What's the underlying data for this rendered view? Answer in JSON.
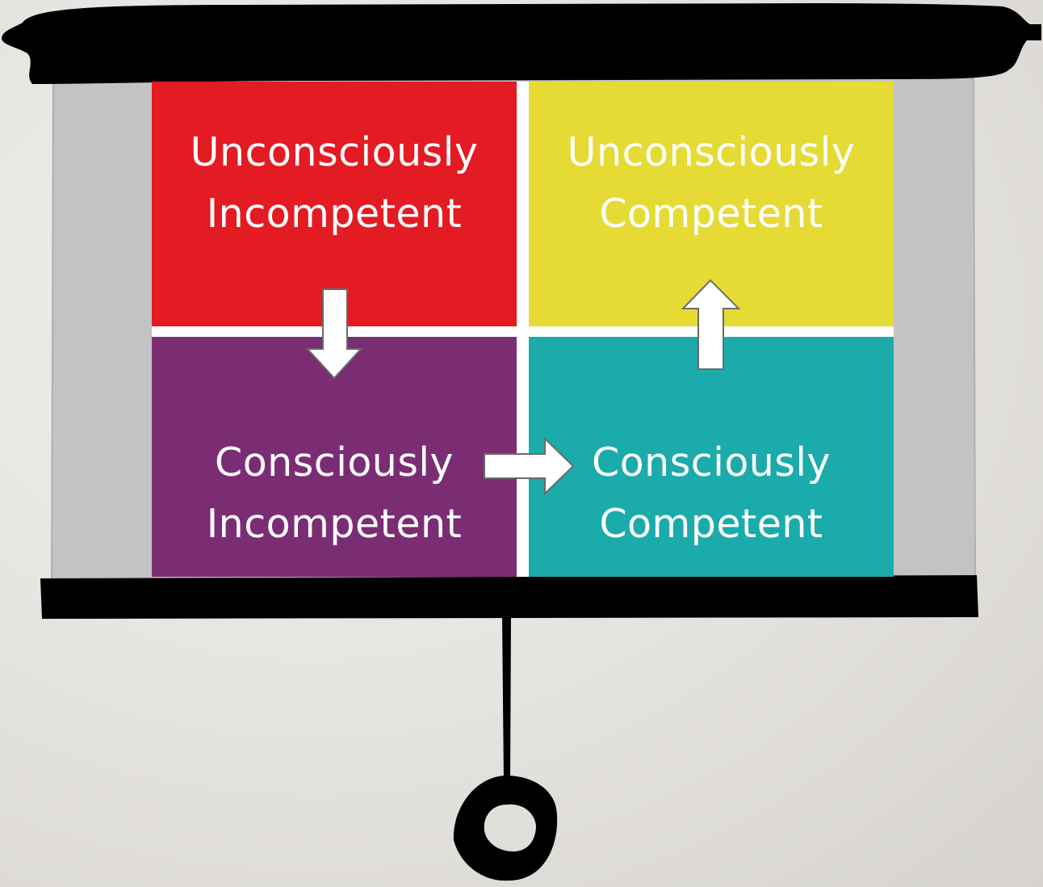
{
  "quadrants": {
    "top_left": {
      "line1": "Unconsciously",
      "line2": "Incompetent",
      "color": "#e31b23"
    },
    "top_right": {
      "line1": "Unconsciously",
      "line2": "Competent",
      "color": "#e6da35"
    },
    "bottom_left": {
      "line1": "Consciously",
      "line2": "Incompetent",
      "color": "#7b2d74"
    },
    "bottom_right": {
      "line1": "Consciously",
      "line2": "Competent",
      "color": "#1babaa"
    }
  },
  "flow": [
    "Unconsciously Incompetent",
    "Consciously Incompetent",
    "Consciously Competent",
    "Unconsciously Competent"
  ],
  "colors": {
    "screen_grey": "#c3c3c3",
    "bar": "#000000",
    "arrow_fill": "#ffffff",
    "text": "#ffffff"
  }
}
